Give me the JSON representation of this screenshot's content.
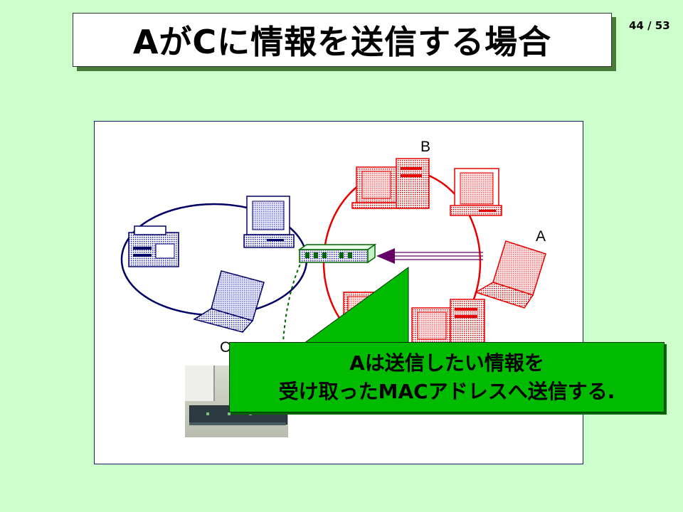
{
  "slide": {
    "title": "AがCに情報を送信する場合",
    "page": "44 / 53"
  },
  "diagram": {
    "labels": {
      "b": "B",
      "a": "A",
      "c": "C"
    },
    "colors": {
      "left_network": "#000066",
      "right_network": "#e60000",
      "arrow": "#660066",
      "callout": "#00bb00",
      "link_dashed": "#006600"
    }
  },
  "callout": {
    "line1": "Aは送信したい情報を",
    "line2": "受け取ったMACアドレスへ送信する."
  }
}
